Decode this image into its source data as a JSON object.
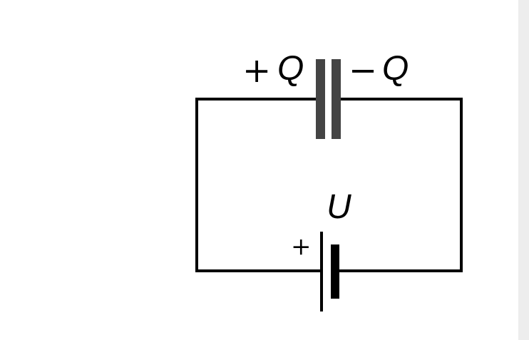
{
  "diagram": {
    "capacitor": {
      "positive_sign": "+",
      "positive_charge": "Q",
      "negative_sign": "−",
      "negative_charge": "Q"
    },
    "battery": {
      "voltage_label": "U",
      "positive_terminal_sign": "+"
    }
  },
  "colors": {
    "wire": "#000000",
    "capacitor_plates": "#444444",
    "side_strip": "#ededed"
  }
}
